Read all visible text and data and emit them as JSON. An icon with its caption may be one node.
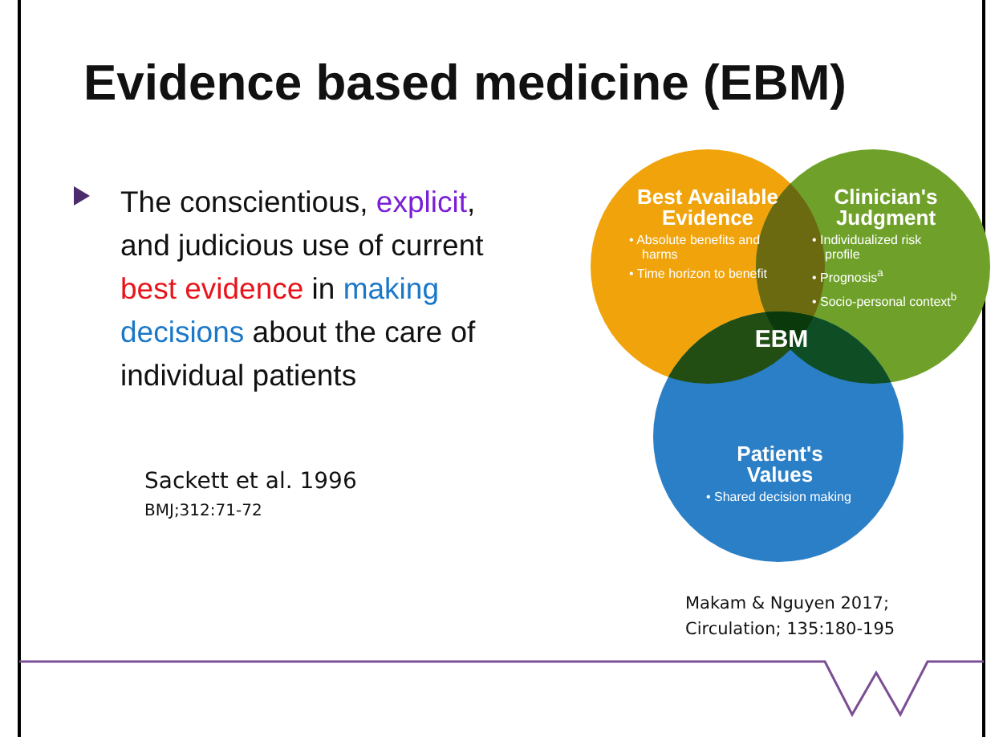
{
  "diagram": {
    "title": "Evidence based medicine (EBM)",
    "nodes": [
      {
        "text": [
          "Best Available Evidence",
          "• Absolute benefits and harms",
          "• Time horizon to benefit"
        ]
      },
      {
        "text": [
          "Clinician's Judgment",
          "• Individualized risk profile",
          "• Prognosis$^{a}$",
          "• Socio-personal context$^{b}$"
        ]
      },
      {
        "text": [
          "Patient's Values",
          "• Shared decision making"
        ]
      },
      {
        "text": [
          "EBM"
        ]
      }
    ],
    "labels": [
      "The conscientious, **explicit**, and judicious use of current **best evidence** in **making decisions** about the care of individual patients",
      "Sackett et al. 1996",
      "BMJ;312:71-72",
      "Makam & Nguyen 2017; Circulation; 135:180-195"
    ]
  }
}
